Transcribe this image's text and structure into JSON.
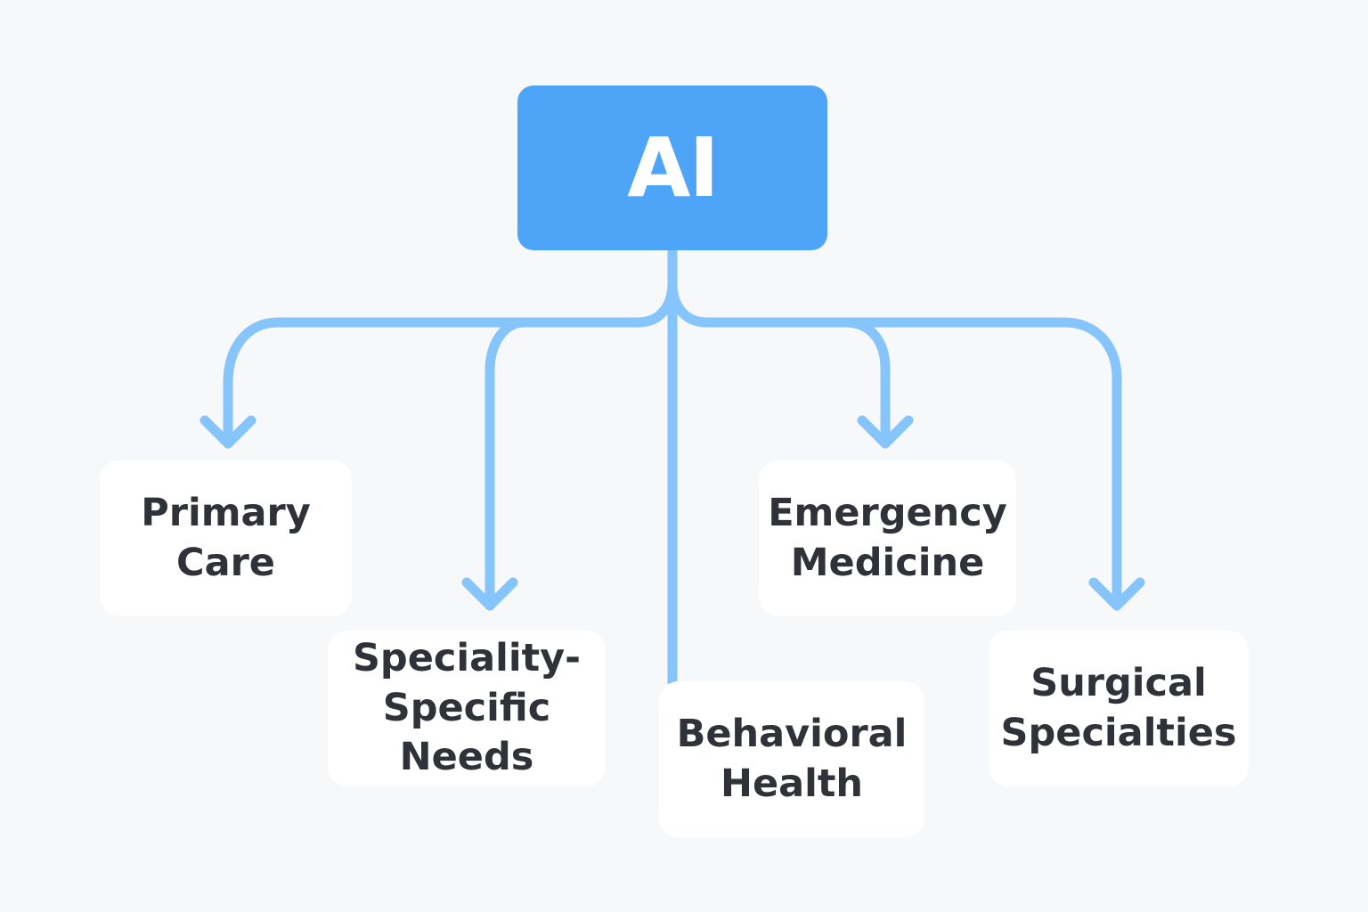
{
  "diagram": {
    "root": {
      "label": "AI"
    },
    "nodes": [
      {
        "id": "primary-care",
        "label": "Primary\nCare"
      },
      {
        "id": "speciality-specific-needs",
        "label": "Speciality-\nSpecific Needs"
      },
      {
        "id": "behavioral-health",
        "label": "Behavioral\nHealth"
      },
      {
        "id": "emergency-medicine",
        "label": "Emergency\nMedicine"
      },
      {
        "id": "surgical-specialties",
        "label": "Surgical\nSpecialties"
      }
    ],
    "edges": [
      {
        "from": "AI",
        "to": "primary-care"
      },
      {
        "from": "AI",
        "to": "speciality-specific-needs"
      },
      {
        "from": "AI",
        "to": "behavioral-health"
      },
      {
        "from": "AI",
        "to": "emergency-medicine"
      },
      {
        "from": "AI",
        "to": "surgical-specialties"
      }
    ],
    "colors": {
      "background": "#f7f8fa",
      "root_fill": "#4ea4f7",
      "connector": "#86c5fb",
      "node_fill": "#ffffff",
      "text_dark": "#2f3238",
      "text_light": "#ffffff"
    }
  }
}
